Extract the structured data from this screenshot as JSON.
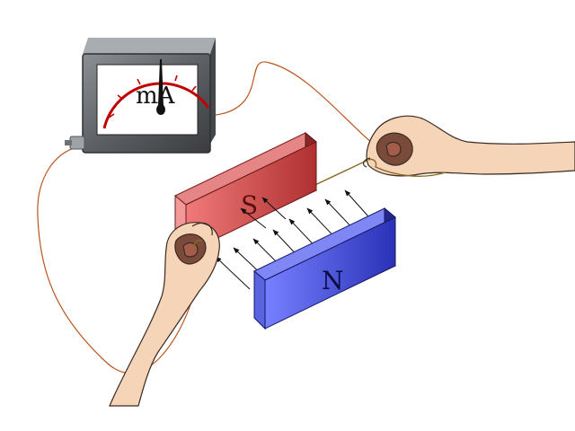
{
  "meter": {
    "unit_label": "mA"
  },
  "magnets": {
    "back_label": "S",
    "front_label": "N"
  },
  "colors": {
    "meter_frame": "#6f7276",
    "meter_face": "#ffffff",
    "scale_arc": "#c00000",
    "needle": "#111111",
    "magnet_south": "#c94a4a",
    "magnet_north": "#2f38cf",
    "wire": "#b9561f",
    "skin": "#f6d4b8",
    "field_arrow": "#111111"
  },
  "icons": [
    "milliammeter-icon",
    "hand-icon",
    "bar-magnet-icon",
    "field-line-arrow-icon"
  ]
}
